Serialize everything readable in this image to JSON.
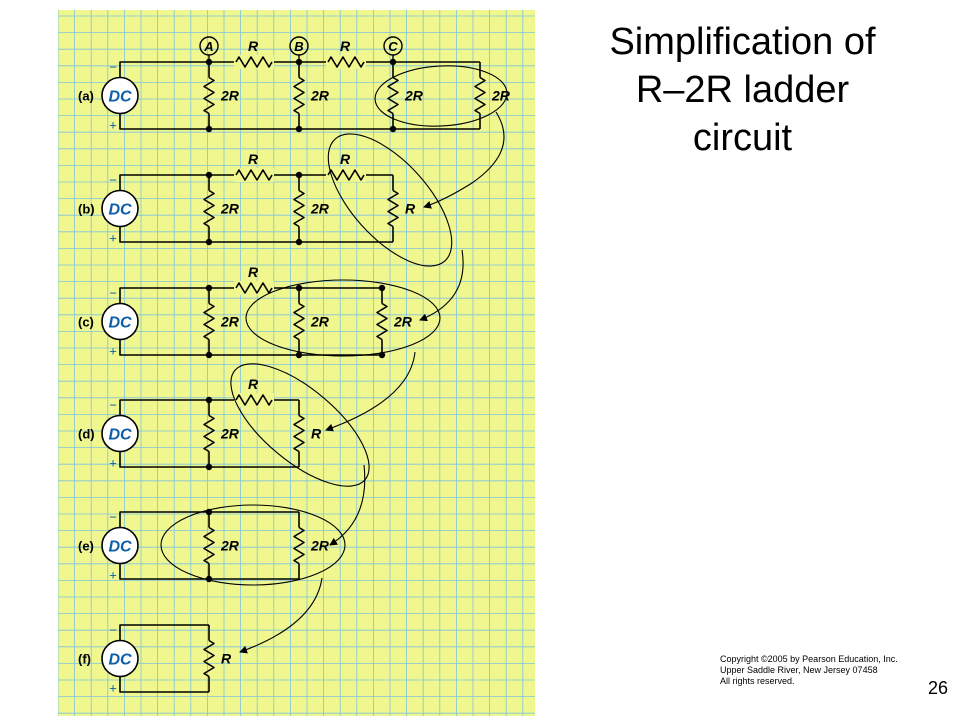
{
  "slide": {
    "title_lines": [
      "Simplification of",
      "R–2R ladder",
      "circuit"
    ],
    "copyright_lines": [
      "Copyright ©2005 by Pearson Education, Inc.",
      "Upper Saddle River, New Jersey 07458",
      "All rights reserved."
    ],
    "page_number": "26"
  },
  "diagram": {
    "background_color": "#f0f78f",
    "grid_color": "#7ec3dc",
    "source_fill": "#ffffff",
    "source_text_color": "#0b5ea8",
    "node_labels": [
      "A",
      "B",
      "C"
    ],
    "source_label": "DC",
    "minus_sign": "−",
    "plus_sign": "+",
    "circuits": [
      {
        "label": "(a)",
        "series": [
          "R",
          "R"
        ],
        "shunts": [
          "2R",
          "2R",
          "2R",
          "2R"
        ]
      },
      {
        "label": "(b)",
        "series": [
          "R",
          "R"
        ],
        "shunts": [
          "2R",
          "2R",
          "R"
        ]
      },
      {
        "label": "(c)",
        "series": [
          "R"
        ],
        "shunts": [
          "2R",
          "2R",
          "2R"
        ]
      },
      {
        "label": "(d)",
        "series": [
          "R"
        ],
        "shunts": [
          "2R",
          "R"
        ]
      },
      {
        "label": "(e)",
        "series": [],
        "shunts": [
          "2R",
          "2R"
        ]
      },
      {
        "label": "(f)",
        "series": [],
        "shunts": [
          "R"
        ]
      }
    ]
  }
}
